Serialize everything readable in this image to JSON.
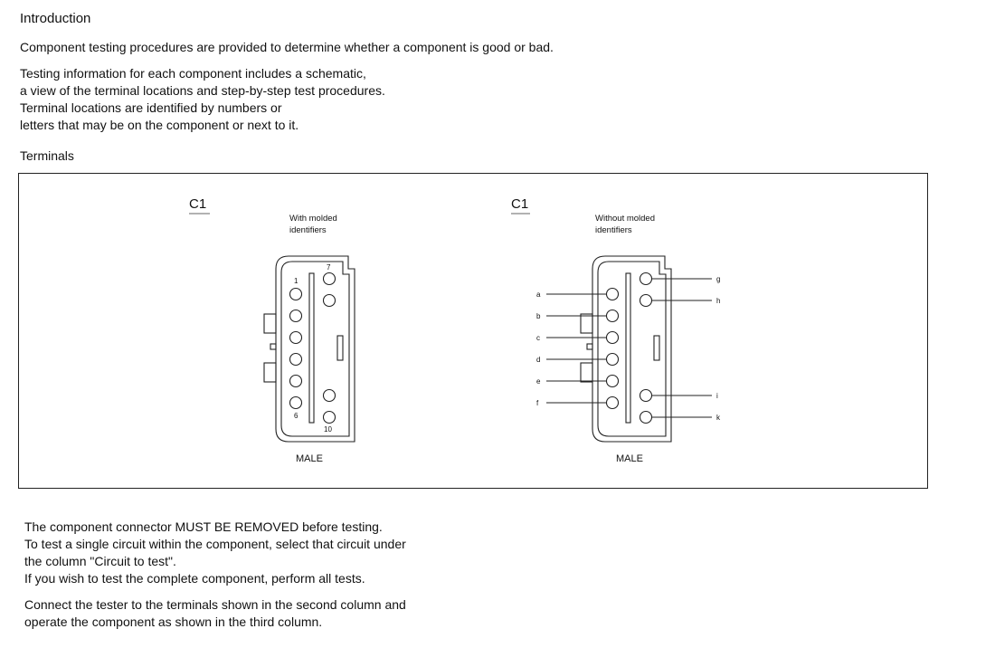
{
  "introduction": {
    "heading": "Introduction",
    "paragraph1": "Component testing procedures are provided to determine whether a component is good or bad.",
    "paragraph2_lines": [
      "Testing information for each component includes a schematic,",
      "a view of the terminal locations and step-by-step test procedures.",
      "Terminal locations are identified by numbers or",
      "letters that may be on the component or next to it."
    ]
  },
  "terminals": {
    "heading": "Terminals",
    "left_connector": {
      "label": "C1",
      "note_line1": "With molded",
      "note_line2": "identifiers",
      "pin_numbers": {
        "first": "1",
        "sixth": "6",
        "seventh": "7",
        "tenth": "10"
      },
      "gender": "MALE"
    },
    "right_connector": {
      "label": "C1",
      "note_line1": "Without molded",
      "note_line2": "identifiers",
      "pin_letters_left": [
        "a",
        "b",
        "c",
        "d",
        "e",
        "f"
      ],
      "pin_letters_right": [
        "g",
        "h",
        "i",
        "k"
      ],
      "gender": "MALE"
    }
  },
  "instructions": {
    "paragraph1_lines": [
      "The component connector MUST BE REMOVED before testing.",
      "To test a single circuit within the component, select that circuit under",
      "the column \"Circuit to test\".",
      "If you wish to test the complete component, perform all tests."
    ],
    "paragraph2_lines": [
      "Connect the tester to the terminals shown in the second column and",
      "operate the component as shown in the third column."
    ]
  }
}
